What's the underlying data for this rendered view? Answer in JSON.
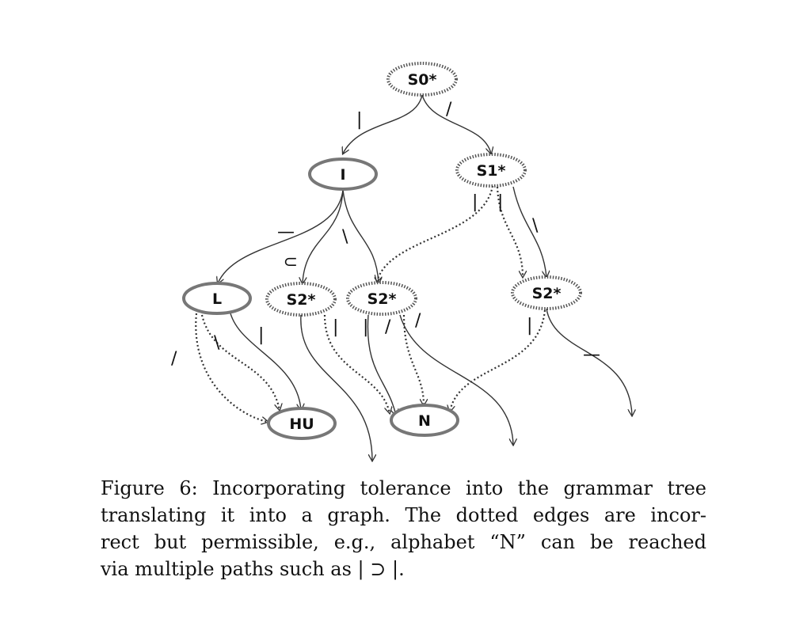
{
  "figure": {
    "nodes": {
      "s0": "S0*",
      "i": "I",
      "s1": "S1*",
      "l": "L",
      "s2a": "S2*",
      "s2b": "S2*",
      "s2c": "S2*",
      "hu": "HU",
      "n": "N"
    },
    "edge_labels": {
      "s0_to_i": "|",
      "s0_to_s1": "/",
      "i_to_l": "—",
      "i_to_s2a": "⊃",
      "i_to_s2b": "\\",
      "s1_to_s2b": "|",
      "s1_to_s2c_a": "|",
      "s1_to_s2c_b": "\\",
      "l_out": "/",
      "l_to_hu_a": "\\",
      "l_to_hu_b": "|",
      "s2a_to_n": "|",
      "s2b_to_n_a": "|",
      "s2b_to_n_b": "/",
      "s2b_out": "/",
      "s2c_to_n": "|",
      "s2c_out": "—"
    }
  },
  "caption": {
    "lines": [
      "Figure 6: Incorporating tolerance into the grammar tree",
      "translating it into a graph.  The dotted edges are incor-",
      "rect but permissible, e.g., alphabet “N” can be reached",
      "via multiple paths such as | ⊃ |."
    ]
  }
}
